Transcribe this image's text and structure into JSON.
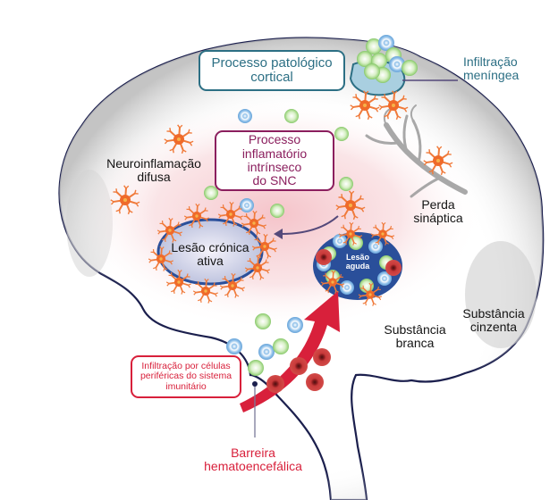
{
  "diagram": {
    "title": "",
    "labels": {
      "cortical_process": [
        "Processo patológico",
        "cortical"
      ],
      "meningeal_infiltration": [
        "Infiltração",
        "meníngea"
      ],
      "intrinsic_inflammatory": [
        "Processo",
        "inflamatório",
        "intrínseco",
        "do SNC"
      ],
      "diffuse_neuroinflammation": [
        "Neuroinflamação",
        "difusa"
      ],
      "synaptic_loss": [
        "Perda",
        "sináptica"
      ],
      "chronic_active_lesion": [
        "Lesão crónica",
        "ativa"
      ],
      "acute_lesion": [
        "Lesão",
        "aguda"
      ],
      "white_matter": [
        "Substância",
        "branca"
      ],
      "grey_matter": [
        "Substância",
        "cinzenta"
      ],
      "peripheral_infiltration": [
        "Infiltração por células",
        "periféricas do sistema",
        "imunitário"
      ],
      "blood_brain_barrier": [
        "Barreira",
        "hematoencefálica"
      ]
    },
    "colors": {
      "outline": "#1b1f4d",
      "teal": "#2c6f84",
      "purple": "#8b1f5e",
      "red_accent": "#d8203b",
      "microglia": "#f07a3a",
      "lymphocyte_blue": "#7fb6e3",
      "lymphocyte_green": "#9fd37f",
      "lesion_blue": "#2a4f9a",
      "inflammation_pink": "#f6cfd3",
      "grey_matter": "#c9c9c9"
    }
  }
}
